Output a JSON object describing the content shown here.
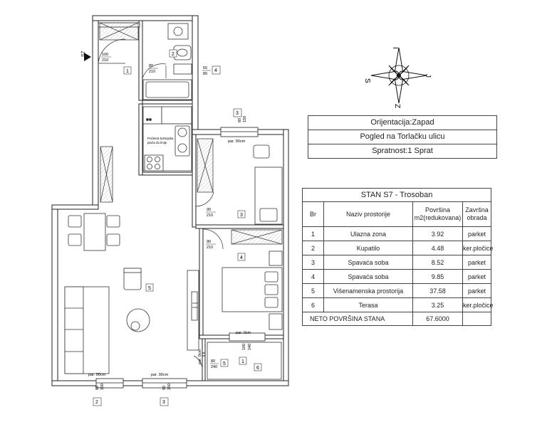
{
  "plan": {
    "unit_marker": "S7",
    "room_markers": [
      "1",
      "2",
      "3",
      "4",
      "5",
      "1",
      "5",
      "6"
    ],
    "door_labels": [
      {
        "w": "100",
        "h": "210"
      },
      {
        "w": "80",
        "h": "210"
      },
      {
        "w": "60",
        "h": "80"
      },
      {
        "w": "90",
        "h": "210"
      },
      {
        "w": "90",
        "h": "210"
      },
      {
        "w": "80",
        "h": "240"
      },
      {
        "w": "100",
        "h": "240"
      },
      {
        "w": "60",
        "h": "150"
      },
      {
        "w": "60",
        "h": "150"
      },
      {
        "w": "60",
        "h": "150"
      }
    ],
    "sill_labels": [
      "par. 90cm",
      "par. 0cm",
      "par. 0cm",
      "par. 90cm",
      "par. 90cm"
    ],
    "kitchen_note": [
      "Početna kuhinjska",
      "ploča do linije"
    ],
    "box_markers": [
      "4",
      "3",
      "2",
      "3"
    ],
    "compass": {
      "north": "I",
      "south": "Z",
      "west": "S",
      "east": "J"
    }
  },
  "info": {
    "orientation": "Orijentacija:Zapad",
    "view": "Pogled na Torlačku ulicu",
    "floor": "Spratnost:1 Sprat"
  },
  "table": {
    "title": "STAN S7 - Trosoban",
    "headers": [
      "Br",
      "Naziv prostorije",
      "Površina m2(redukovana)",
      "Završna obrada"
    ],
    "rows": [
      [
        "1",
        "Ulazna zona",
        "3.92",
        "parket"
      ],
      [
        "2",
        "Kupatilo",
        "4.48",
        "ker.pločice"
      ],
      [
        "3",
        "Spavaća soba",
        "8.52",
        "parket"
      ],
      [
        "4",
        "Spavaća soba",
        "9.85",
        "parket"
      ],
      [
        "5",
        "Višenamenska prostorija",
        "37.58",
        "parket"
      ],
      [
        "6",
        "Terasa",
        "3.25",
        "ker.pločice"
      ]
    ],
    "total_label": "NETO POVRŠINA STANA",
    "total_value": "67.6000"
  }
}
